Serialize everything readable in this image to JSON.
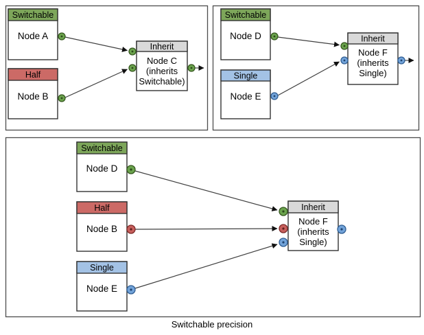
{
  "figure": {
    "caption": "Switchable precision"
  },
  "colors": {
    "switchable_header": "#7da65a",
    "half_header": "#cc6a66",
    "single_header": "#a3c2e5",
    "inherit_header": "#d9d9d9",
    "port_switchable": "#6ba34d",
    "port_half": "#c75f5c",
    "port_single": "#72a3d9",
    "box_fill": "#ffffff",
    "border": "#333333"
  },
  "panels": [
    {
      "name": "top-left",
      "nodes": [
        {
          "header": "Switchable",
          "label": "Node A"
        },
        {
          "header": "Half",
          "label": "Node B"
        },
        {
          "header": "Inherit",
          "lines": [
            "Node C",
            "(inherits",
            "Switchable)"
          ]
        }
      ]
    },
    {
      "name": "top-right",
      "nodes": [
        {
          "header": "Switchable",
          "label": "Node D"
        },
        {
          "header": "Single",
          "label": "Node E"
        },
        {
          "header": "Inherit",
          "lines": [
            "Node F",
            "(inherits",
            "Single)"
          ]
        }
      ]
    },
    {
      "name": "bottom",
      "nodes": [
        {
          "header": "Switchable",
          "label": "Node D"
        },
        {
          "header": "Half",
          "label": "Node B"
        },
        {
          "header": "Single",
          "label": "Node E"
        },
        {
          "header": "Inherit",
          "lines": [
            "Node F",
            "(inherits",
            "Single)"
          ]
        }
      ]
    }
  ]
}
